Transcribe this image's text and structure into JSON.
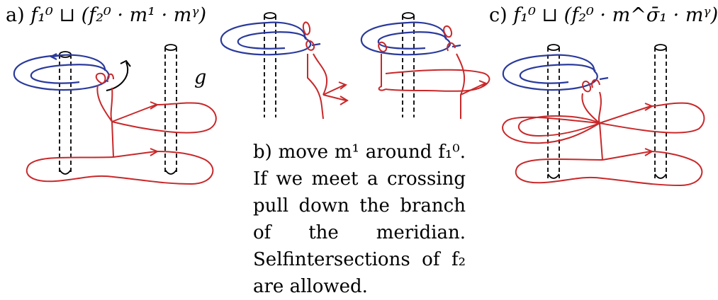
{
  "panels": {
    "a": {
      "prefix": "a)",
      "formula": "f₁⁰ ⊔ (f₂⁰ · m¹ · mᵞ)",
      "pole_label": "g"
    },
    "b": {
      "caption": "b) move m¹ around f₁⁰. If we meet a crossing pull down the branch of the meridian. Selfintersections of f₂ are allowed."
    },
    "c": {
      "prefix": "c)",
      "formula": "f₁⁰ ⊔ (f₂⁰ · m^σ̄₁ · mᵞ)"
    }
  },
  "colors": {
    "blue_curve": "#2a3a9c",
    "red_curve": "#c8282a",
    "pole": "#000000"
  }
}
